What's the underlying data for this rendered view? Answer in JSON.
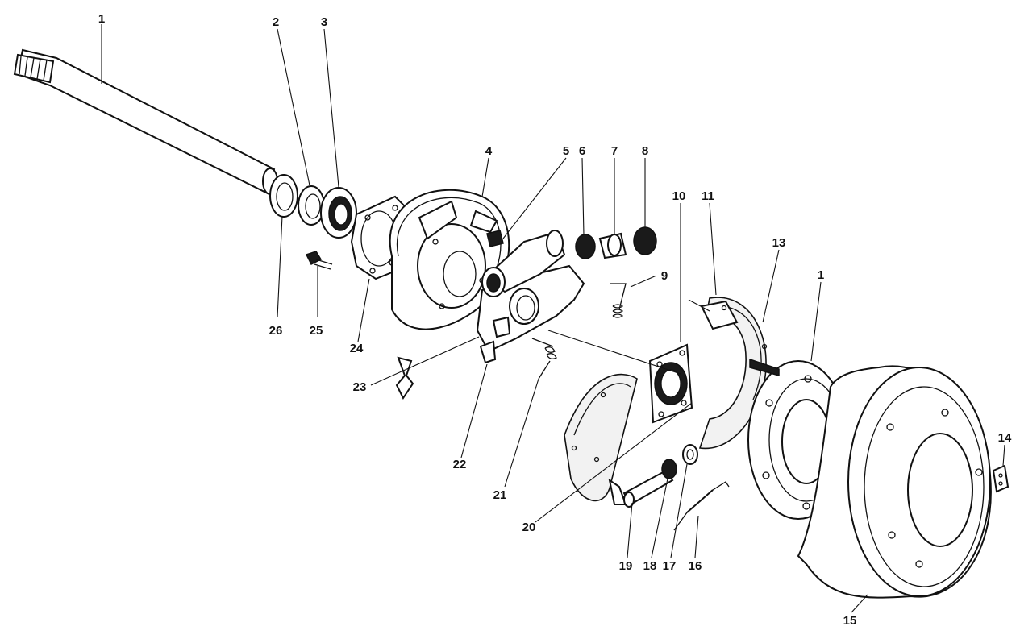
{
  "diagram": {
    "callouts": {
      "c1": "1",
      "c2": "2",
      "c3": "3",
      "c4": "4",
      "c5": "5",
      "c6": "6",
      "c7": "7",
      "c8": "8",
      "c9": "9",
      "c10": "10",
      "c11": "11",
      "c13": "13",
      "c1b": "1",
      "c14": "14",
      "c15": "15",
      "c16": "16",
      "c17": "17",
      "c18": "18",
      "c19": "19",
      "c20": "20",
      "c21": "21",
      "c22": "22",
      "c23": "23",
      "c24": "24",
      "c25": "25",
      "c26": "26"
    }
  }
}
